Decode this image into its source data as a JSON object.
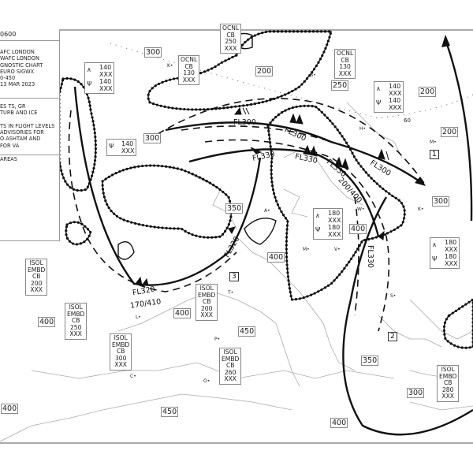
{
  "legend": {
    "header": "0600",
    "title_lines": [
      "AFC LONDON",
      "WAFC LONDON",
      "GNOSTIC CHART",
      "EURO SIGWX",
      "0-450",
      "13 MAR 2023"
    ],
    "note_lines": [
      "ES TS, GR",
      "TURB AND ICE",
      "",
      "TS IN FLIGHT LEVELS",
      "ADVISORIES FOR",
      "O ASHTAM AND",
      "FOR VA"
    ],
    "areas_label": "AREAS"
  },
  "tropopause_levels": [
    "300",
    "200",
    "250",
    "200",
    "200",
    "300",
    "350",
    "400",
    "300",
    "400",
    "400",
    "400",
    "450",
    "350",
    "300",
    "400",
    "450",
    "400"
  ],
  "cb_boxes": [
    {
      "lines": [
        "OCNL",
        "CB",
        "250",
        "XXX"
      ]
    },
    {
      "lines": [
        "OCNL",
        "CB",
        "130",
        "XXX"
      ]
    },
    {
      "lines": [
        "OCNL",
        "CB",
        "130",
        "XXX"
      ]
    },
    {
      "lines": [
        "ISOL",
        "EMBD",
        "CB",
        "200",
        "XXX"
      ]
    },
    {
      "lines": [
        "ISOL",
        "EMBD",
        "CB",
        "250",
        "XXX"
      ]
    },
    {
      "lines": [
        "ISOL",
        "EMBD",
        "CB",
        "300",
        "XXX"
      ]
    },
    {
      "lines": [
        "ISOL",
        "EMBD",
        "CB",
        "200",
        "XXX"
      ]
    },
    {
      "lines": [
        "ISOL",
        "EMBD",
        "CB",
        "260",
        "XXX"
      ]
    },
    {
      "lines": [
        "ISOL",
        "EMBD",
        "CB",
        "280",
        "XXX"
      ]
    }
  ],
  "turb_ice_boxes": [
    {
      "items": [
        {
          "icon": "turbulence-icon",
          "top": "140",
          "base": "XXX"
        },
        {
          "icon": "icing-icon",
          "top": "140",
          "base": "XXX"
        }
      ]
    },
    {
      "items": [
        {
          "icon": "icing-icon",
          "top": "140",
          "base": "XXX"
        }
      ]
    },
    {
      "items": [
        {
          "icon": "turbulence-icon",
          "top": "140",
          "base": "XXX"
        },
        {
          "icon": "icing-icon",
          "top": "140",
          "base": "XXX"
        }
      ]
    },
    {
      "items": [
        {
          "icon": "turbulence-icon",
          "top": "180",
          "base": "XXX"
        },
        {
          "icon": "icing-icon",
          "top": "180",
          "base": "XXX"
        }
      ]
    },
    {
      "items": [
        {
          "icon": "turbulence-icon",
          "top": "180",
          "base": "XXX"
        },
        {
          "icon": "icing-icon",
          "top": "180",
          "base": "XXX"
        }
      ]
    }
  ],
  "numbered_markers": [
    "1",
    "3",
    "2"
  ],
  "jet_labels": [
    "FL300",
    "FL300",
    "FL300",
    "FL330",
    "FL330",
    "FL330",
    "200/400",
    "FL330",
    "FL320",
    "FL320",
    "170/410"
  ],
  "city_markers": [
    "K",
    "B",
    "H",
    "M",
    "K",
    "W",
    "M",
    "V",
    "S",
    "T",
    "L",
    "P",
    "C",
    "A",
    "O"
  ],
  "latitude_label": "60",
  "colors": {
    "line": "#111111",
    "coast": "#aaaaaa",
    "box_border": "#888888"
  }
}
